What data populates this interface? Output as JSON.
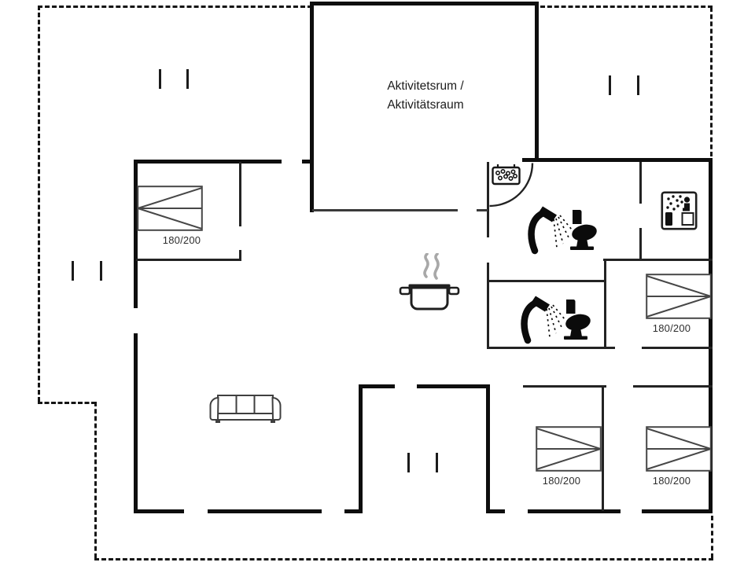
{
  "plan": {
    "activity_room_label": {
      "line1": "Aktivitetsrum /",
      "line2": "Aktivitätsraum"
    },
    "beds": {
      "left": {
        "size": "180/200"
      },
      "right": {
        "size": "180/200"
      },
      "bottom_left": {
        "size": "180/200"
      },
      "bottom_right": {
        "size": "180/200"
      }
    },
    "icons": {
      "washing_machine": "washing-machine-icon",
      "sauna": "sauna-icon",
      "shower": "shower-icon",
      "toilet": "toilet-icon",
      "cooking_pot": "cooking-pot-icon",
      "sofa": "sofa-icon",
      "double_bed": "double-bed-icon",
      "door_swing": "door-swing-arc"
    },
    "colors": {
      "wall": "#0e0e0e",
      "interior_wall": "#232323",
      "furniture_outline": "#3f3f3f",
      "steam": "#a8a8a8",
      "text": "#2e2e2e",
      "background": "#ffffff"
    }
  }
}
